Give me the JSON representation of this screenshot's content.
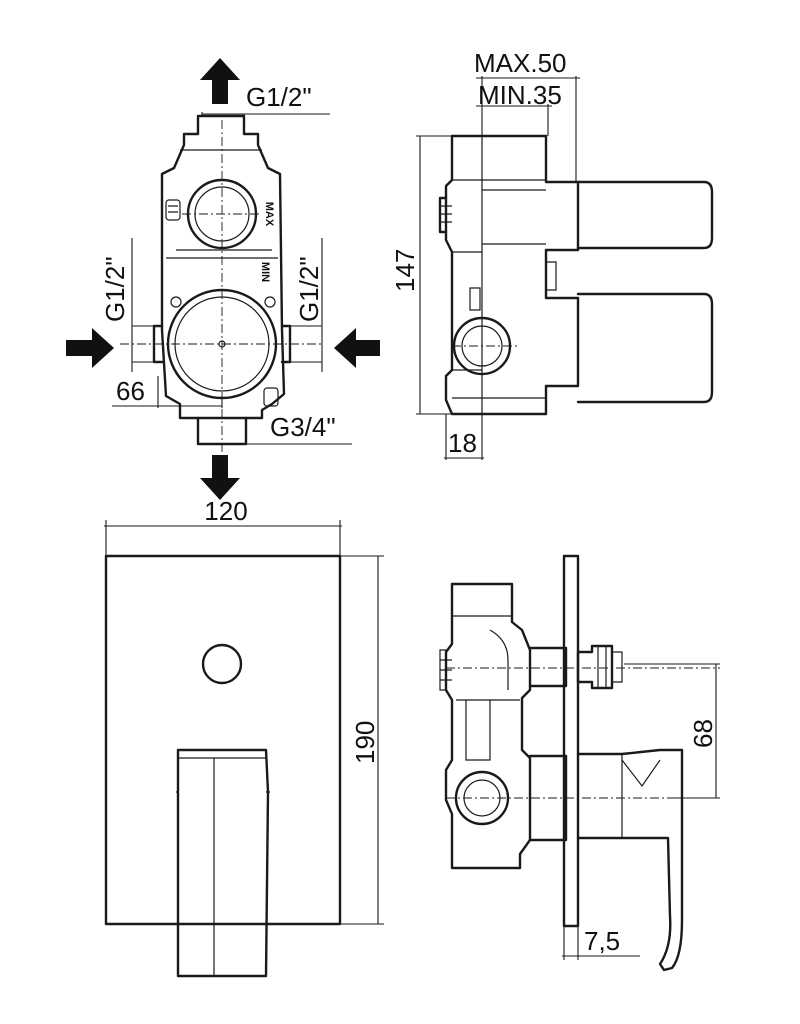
{
  "labels": {
    "top_inlet_thread": "G1/2\"",
    "left_inlet_thread": "G1/2\"",
    "right_inlet_thread": "G1/2\"",
    "outlet_thread": "G3/4\"",
    "spacing_66": "66",
    "max_depth": "MAX.50",
    "min_depth": "MIN.35",
    "body_height": "147",
    "offset_18": "18",
    "plate_width": "120",
    "plate_height": "190",
    "axis_distance": "68",
    "plate_thickness": "7,5",
    "body_mark_max": "MAX",
    "body_mark_min": "MIN"
  }
}
